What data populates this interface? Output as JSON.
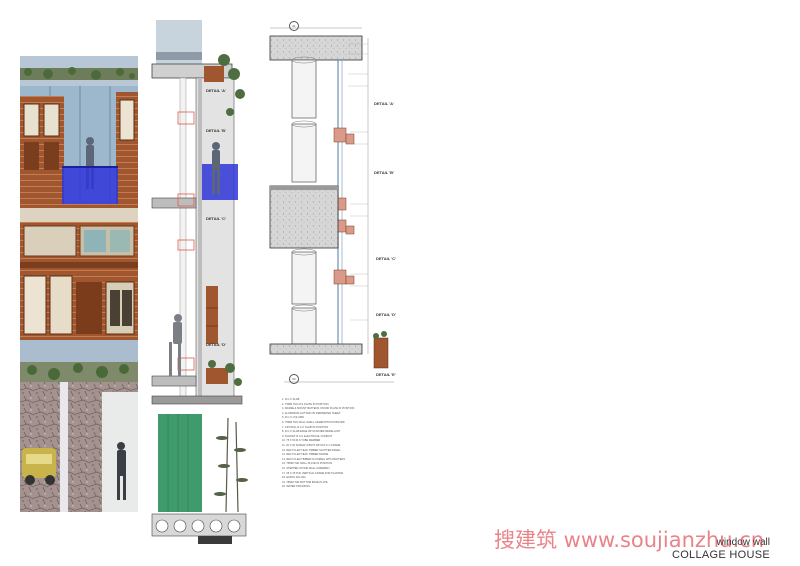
{
  "detail_labels": {
    "a": "DETAIL 'A'",
    "b": "DETAIL 'B'",
    "c": "DETAIL 'C'",
    "d": "DETAIL 'D'",
    "e": "DETAIL 'E'"
  },
  "section_markers": [
    "01",
    "02"
  ],
  "notes": [
    "1.  R.C.C SLAB",
    "2.  75MM THK M.S PLATE IN POSITION",
    "3.  FRAME & MOUNT BATTENS ON MID PLATE IN POSITION",
    "4.  ALUMINIUM GUTTER ON PERIMETER SHEET",
    "5.  R.C.C COLUMN",
    "6.  75MM THK WALL SHELL CEMENTITIOUS BOARD",
    "7.  CRYSTAL R.C.C SLAB IN POSITION",
    "8.  R.C.C SLAB EDGE WITH WATER REPELLANT",
    "9.  SOCKET R.C.C ELECTRICAL CONDUIT",
    "10. 75 X 50 M.S TUBE MEMBER",
    "11. 20 X 20 SCREW JOINTS WITH R.C.C FRAME",
    "12. RECYCLED TEAK TIMBER SHUTTER PANEL",
    "13. RECYCLED TEAK TIMBER FRAME",
    "14. RECYCLED TIMBER FLOORING WITH BATTENS",
    "15. 75MM THK WALL PLATE IN POSITION",
    "16. STEPPED STONE WALL ASSEMBLY",
    "17. 25 X 25 THK VERTICAL FRAME FOR PLANTER",
    "18. EARTH FILLING",
    "19. 75MM THK BOTTOM BASE PLATE",
    "20. WATER PROOFING"
  ],
  "title_small": "window wall",
  "title_big": "COLLAGE HOUSE",
  "watermark": "搜建筑 www.soujianzhu.cn",
  "colors": {
    "glass_blue": "#2f35d8",
    "timber": "#a0562e",
    "stone": "#9f8d88",
    "green_shutter": "#3f9b6b",
    "detail_red": "#e05a4a"
  }
}
